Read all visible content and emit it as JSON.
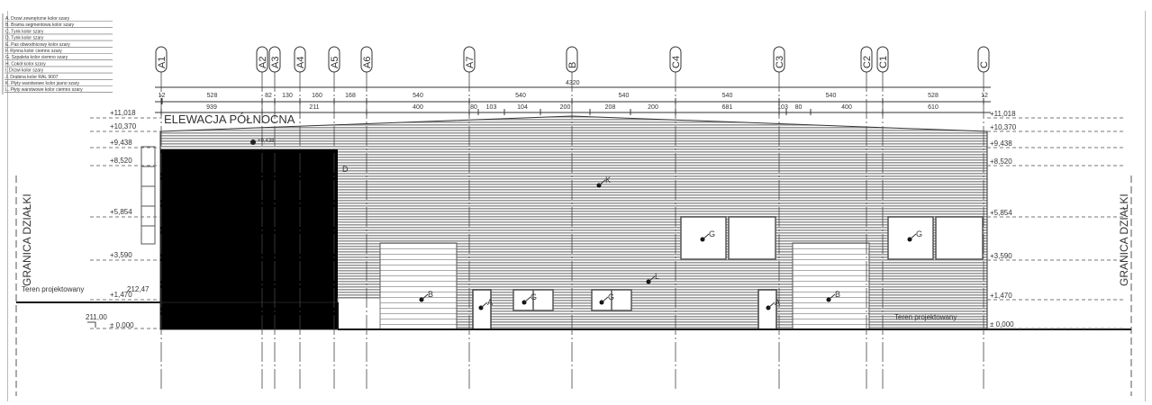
{
  "title": "ELEWACJA PÓŁNOCNA",
  "plot_boundary_label": "GRANICA DZIAŁKI",
  "legend": [
    {
      "key": "A",
      "text": "Drzwi zewnętrzne kolor szary"
    },
    {
      "key": "B",
      "text": "Brama segmentowa kolor szary"
    },
    {
      "key": "C",
      "text": "Tynk kolor szary"
    },
    {
      "key": "D",
      "text": "Tynk kolor szary"
    },
    {
      "key": "E",
      "text": "Pas obwodnicowy kolor szary"
    },
    {
      "key": "F",
      "text": "Rynna kolor ciemno szary"
    },
    {
      "key": "G",
      "text": "Szpaleta kolor ciemno szary"
    },
    {
      "key": "H",
      "text": "Cokół kolor szary"
    },
    {
      "key": "I",
      "text": "Drzwi kolor szary"
    },
    {
      "key": "J",
      "text": "Drabina kolor RAL 9007"
    },
    {
      "key": "K",
      "text": "Płyty warstwowe kolor jasno szary"
    },
    {
      "key": "L",
      "text": "Płyty warstwowe kolor ciemno szary"
    }
  ],
  "axes": [
    "A1",
    "A2",
    "A3",
    "A4",
    "A5",
    "A6",
    "A7",
    "B",
    "C4",
    "C3",
    "C2",
    "C1",
    "C"
  ],
  "total_dimension": "4320",
  "dims_row1": [
    "12",
    "528",
    "82",
    "130",
    "160",
    "168",
    "540",
    "540",
    "540",
    "540",
    "540",
    "528",
    "12"
  ],
  "dims_row2": [
    "939",
    "211",
    "400",
    "80",
    "103",
    "104",
    "200",
    "208",
    "200",
    "681",
    "103",
    "80",
    "400",
    "610"
  ],
  "levels": [
    "+11,018",
    "+10,370",
    "+9,438",
    "+8,520",
    "+5,854",
    "+3,590",
    "+1,470",
    "± 0,000"
  ],
  "ground": {
    "left_label": "Teren projektowany",
    "left_height": "212,47",
    "datum_height": "211,00",
    "right_label": "Teren projektowany",
    "datum_level": "± 0,000"
  },
  "marker_level": "+9,438",
  "tags": [
    "K",
    "L",
    "B",
    "B",
    "A",
    "A",
    "G",
    "G",
    "G",
    "G",
    "D"
  ]
}
